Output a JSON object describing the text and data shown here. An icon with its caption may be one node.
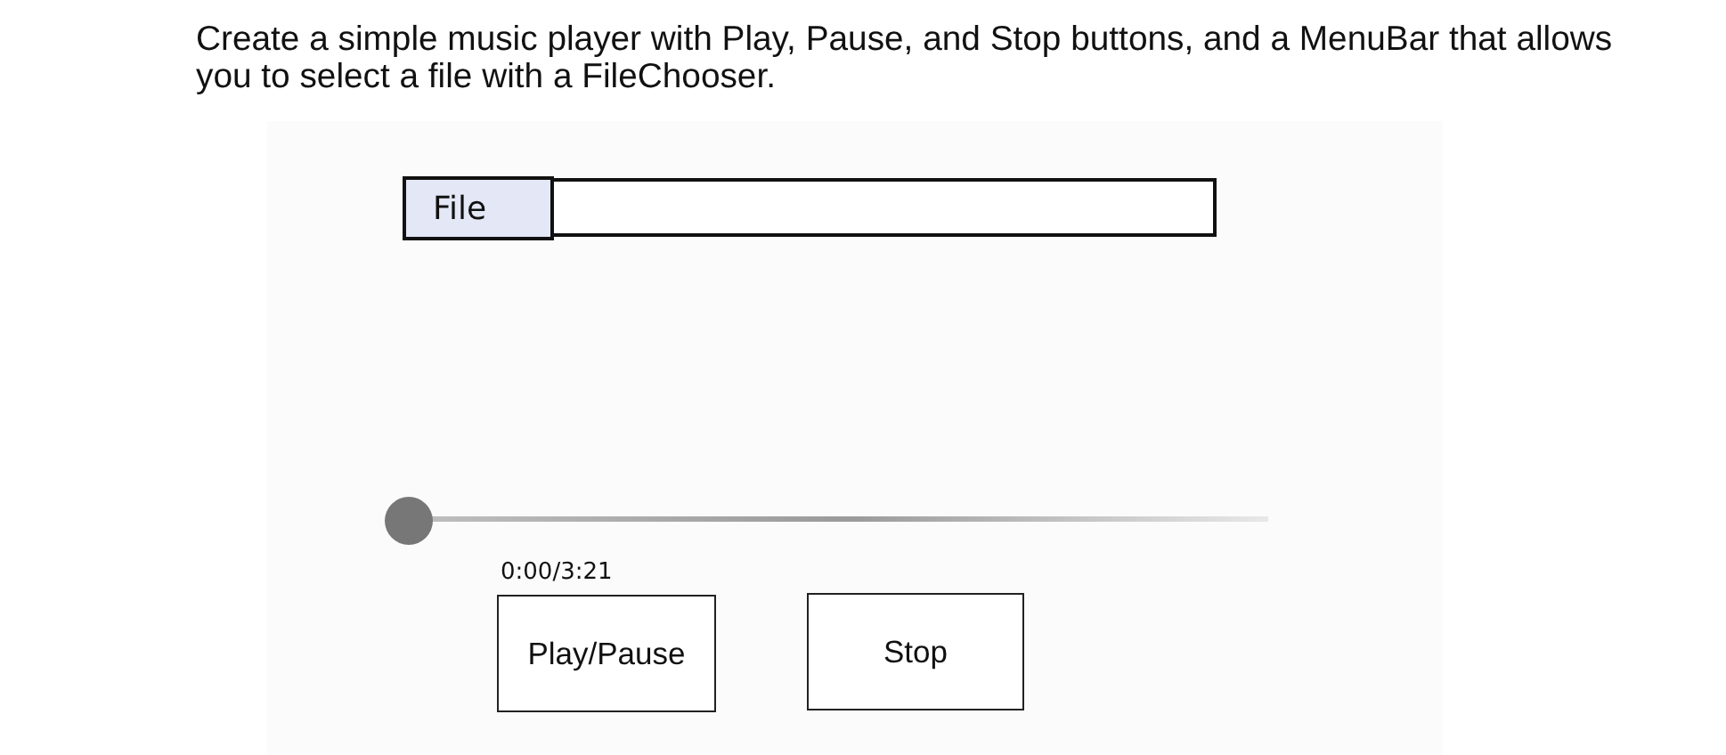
{
  "diagram": {
    "title": "Create a simple music player with Play, Pause, and Stop buttons, and a MenuBar that allows you to select a file with a FileChooser.",
    "nodes": [
      {
        "text": [
          "File"
        ]
      },
      {
        "text": [],
        "shape": "box"
      },
      {
        "text": [
          "Play/Pause"
        ]
      },
      {
        "text": [
          "Stop"
        ]
      }
    ],
    "edges": [],
    "labels": [
      "0:00/3:21"
    ]
  }
}
